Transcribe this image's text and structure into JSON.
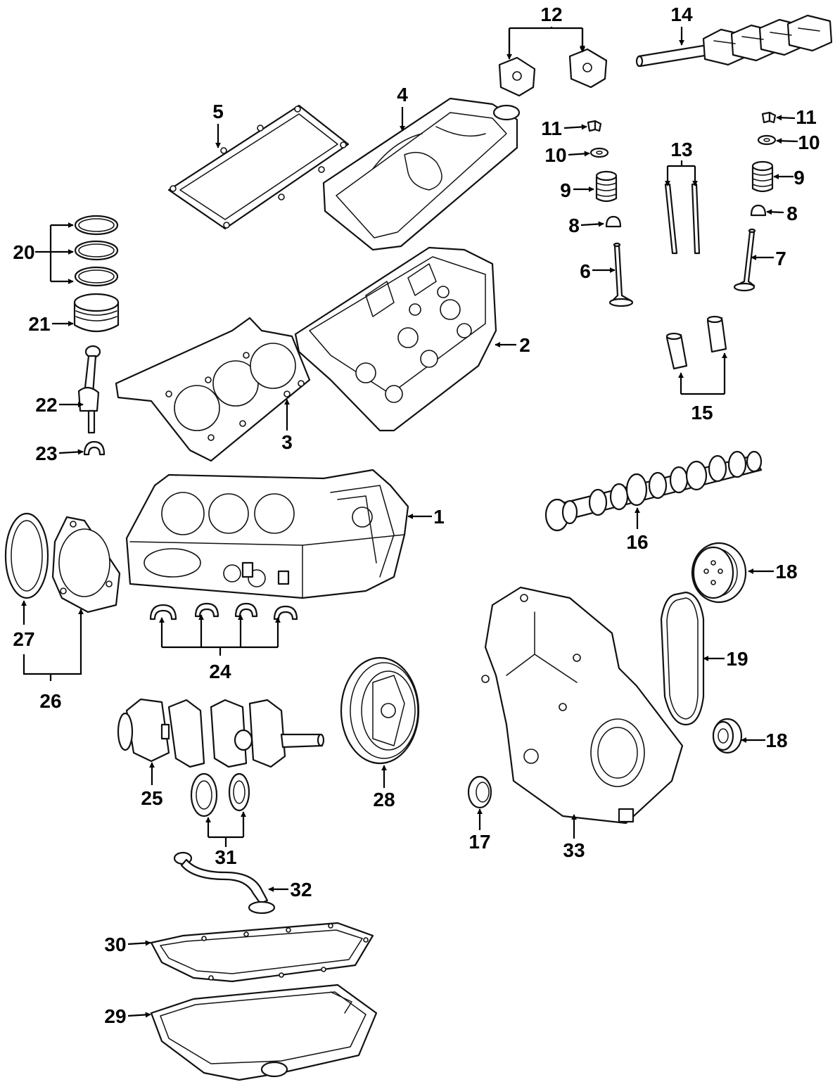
{
  "diagram": {
    "labels": [
      "1",
      "2",
      "3",
      "4",
      "5",
      "6",
      "7",
      "8",
      "8",
      "9",
      "9",
      "10",
      "10",
      "11",
      "11",
      "12",
      "13",
      "14",
      "15",
      "16",
      "17",
      "18",
      "18",
      "19",
      "20",
      "21",
      "22",
      "23",
      "24",
      "25",
      "26",
      "27",
      "28",
      "29",
      "30",
      "31",
      "32",
      "33"
    ]
  }
}
